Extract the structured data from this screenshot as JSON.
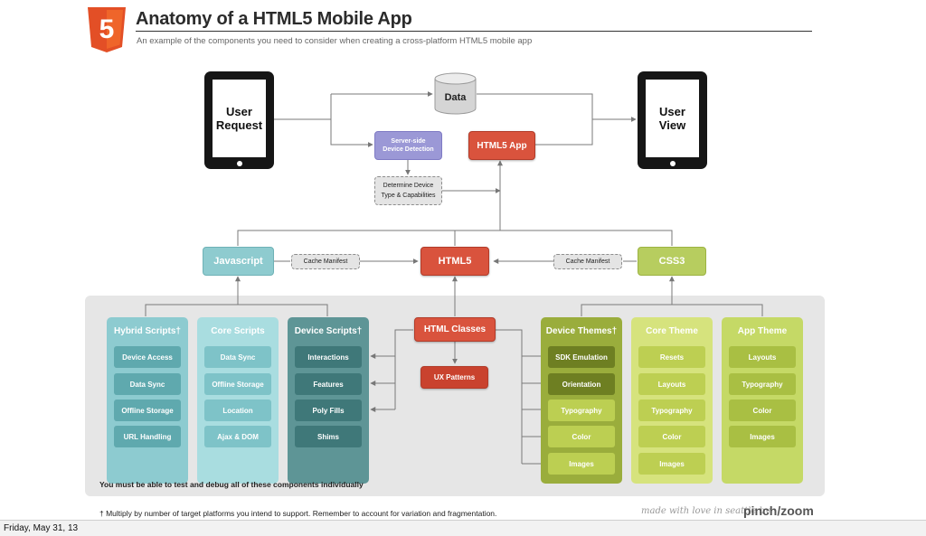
{
  "header": {
    "logo_glyph": "5",
    "title": "Anatomy of a HTML5 Mobile App",
    "subtitle": "An example of the components you need to consider when creating a cross-platform HTML5 mobile app"
  },
  "devices": {
    "request": "User\nRequest",
    "view": "User\nView"
  },
  "nodes": {
    "data": "Data",
    "server_detection": "Server-side\nDevice Detection",
    "html5_app": "HTML5 App",
    "determine_device": "Determine Device\nType & Capabilities",
    "javascript": "Javascript",
    "cache_manifest_left": "Cache Manifest",
    "html5": "HTML5",
    "cache_manifest_right": "Cache Manifest",
    "css3": "CSS3",
    "html_classes": "HTML Classes",
    "ux_patterns": "UX Patterns"
  },
  "columns": [
    {
      "title": "Hybrid Scripts†",
      "items": [
        "Device Access",
        "Data Sync",
        "Offline Storage",
        "URL Handling"
      ]
    },
    {
      "title": "Core Scripts",
      "items": [
        "Data Sync",
        "Offline Storage",
        "Location",
        "Ajax & DOM"
      ]
    },
    {
      "title": "Device Scripts†",
      "items": [
        "Interactions",
        "Features",
        "Poly Fills",
        "Shims"
      ]
    },
    {
      "title": "Device Themes†",
      "items": [
        "SDK Emulation",
        "Orientation",
        "Typography",
        "Color",
        "Images"
      ]
    },
    {
      "title": "Core Theme",
      "items": [
        "Resets",
        "Layouts",
        "Typography",
        "Color",
        "Images"
      ]
    },
    {
      "title": "App Theme",
      "items": [
        "Layouts",
        "Typography",
        "Color",
        "Images"
      ]
    }
  ],
  "notes": {
    "test_note": "You must be able to test and debug all of these components individually",
    "footnote": "† Multiply by number of target platforms you intend to support. Remember to account for variation and fragmentation.",
    "credit": "made with love in seattle by",
    "brand": "pinch/zoom"
  },
  "footer": {
    "date": "Friday, May 31, 13"
  },
  "colors": {
    "html5_red": "#d9533d",
    "javascript_teal": "#8ecbcf",
    "css3_green": "#b7cd5f",
    "server_purple": "#9b98d6"
  }
}
